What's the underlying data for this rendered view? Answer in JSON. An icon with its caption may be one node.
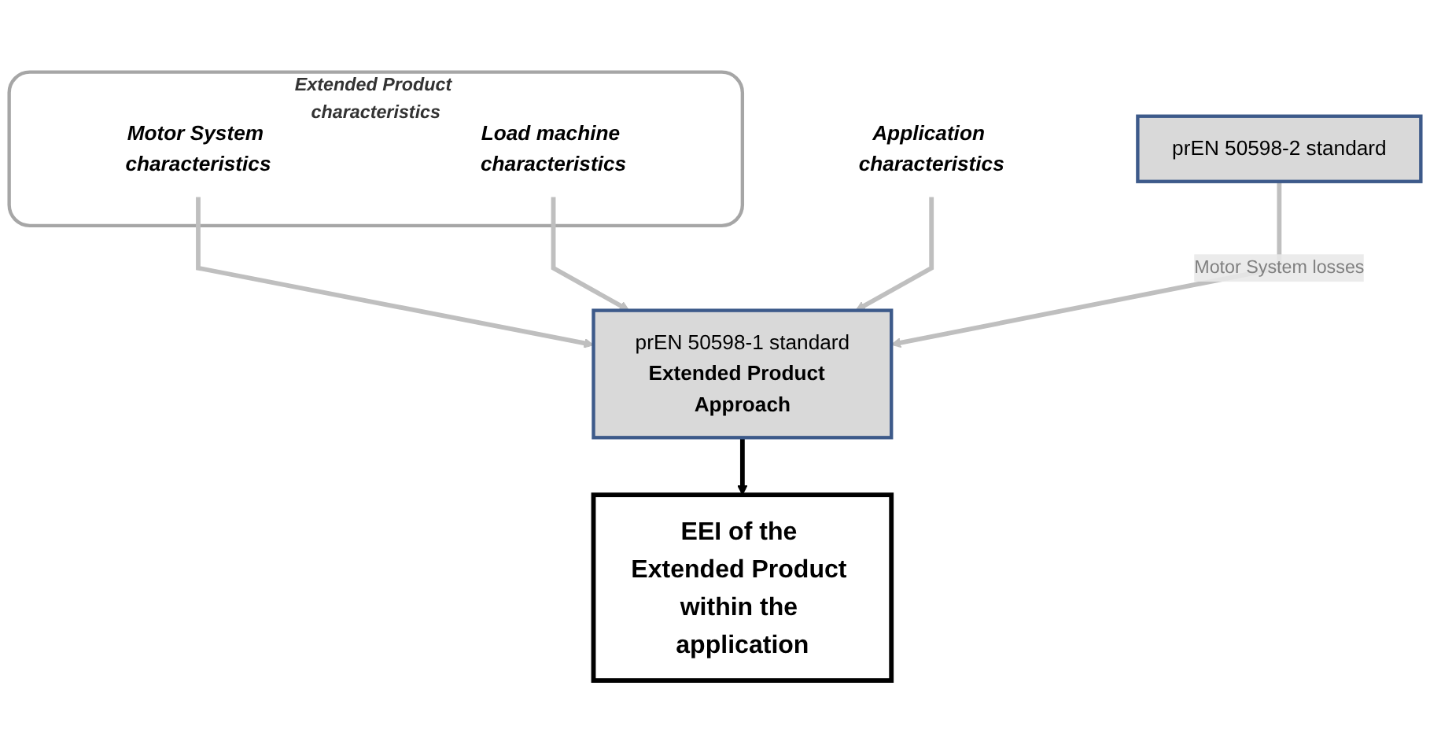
{
  "diagram": {
    "nodes": [
      {
        "text": [
          "Extended Product characteristics"
        ]
      },
      {
        "text": [
          "Motor System characteristics"
        ],
        "in": 0
      },
      {
        "text": [
          "Load machine characteristics"
        ],
        "in": 0
      },
      {
        "text": [
          "Application characteristics"
        ]
      },
      {
        "text": [
          "prEN 50598-1 standard",
          "Extended Product  Approach"
        ]
      },
      {
        "text": [
          "prEN 50598-2 standard"
        ]
      },
      {
        "text": [
          "EEI of the Extended Product within the application"
        ]
      }
    ],
    "edges": [
      {
        "from": 1,
        "to": 4,
        "arrow": "to"
      },
      {
        "from": 2,
        "to": 4,
        "arrow": "to"
      },
      {
        "from": 3,
        "to": 4,
        "arrow": "to"
      },
      {
        "from": 5,
        "to": 4,
        "label": "Motor System losses",
        "arrow": "to"
      },
      {
        "from": 4,
        "to": 6,
        "arrow": "to",
        "color": "#000000"
      }
    ]
  }
}
